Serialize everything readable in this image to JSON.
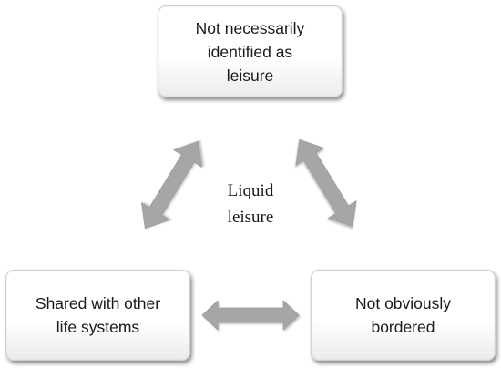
{
  "diagram": {
    "nodes": {
      "top": {
        "label": "Not necessarily\nidentified as\nleisure"
      },
      "left": {
        "label": "Shared with other\nlife systems"
      },
      "right": {
        "label": "Not obviously\nbordered"
      }
    },
    "center_label": "Liquid\nleisure",
    "arrow_color": "#a6a6a6"
  }
}
